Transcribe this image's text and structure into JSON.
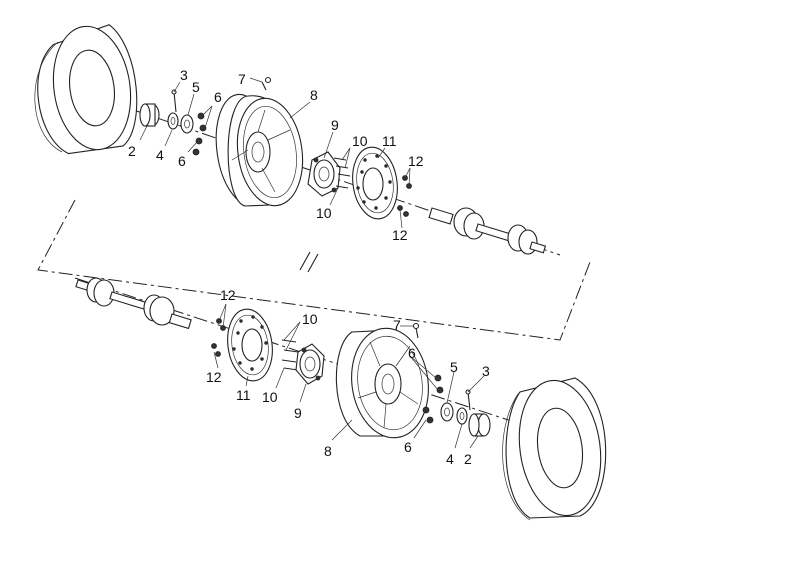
{
  "callouts": [
    {
      "id": "c3-top",
      "text": "3"
    },
    {
      "id": "c2-top",
      "text": "2"
    },
    {
      "id": "c4-top",
      "text": "4"
    },
    {
      "id": "c5-top",
      "text": "5"
    },
    {
      "id": "c6a-top",
      "text": "6"
    },
    {
      "id": "c6b-top",
      "text": "6"
    },
    {
      "id": "c7-top",
      "text": "7"
    },
    {
      "id": "c8-top",
      "text": "8"
    },
    {
      "id": "c9-top",
      "text": "9"
    },
    {
      "id": "c10a-top",
      "text": "10"
    },
    {
      "id": "c10b-top",
      "text": "10"
    },
    {
      "id": "c11-top",
      "text": "11"
    },
    {
      "id": "c12a-top",
      "text": "12"
    },
    {
      "id": "c12b-top",
      "text": "12"
    },
    {
      "id": "c12a-bot",
      "text": "12"
    },
    {
      "id": "c12b-bot",
      "text": "12"
    },
    {
      "id": "c10a-bot",
      "text": "10"
    },
    {
      "id": "c10b-bot",
      "text": "10"
    },
    {
      "id": "c7-bot",
      "text": "7"
    },
    {
      "id": "c11-bot",
      "text": "11"
    },
    {
      "id": "c9-bot",
      "text": "9"
    },
    {
      "id": "c8-bot",
      "text": "8"
    },
    {
      "id": "c6a-bot",
      "text": "6"
    },
    {
      "id": "c6b-bot",
      "text": "6"
    },
    {
      "id": "c5-bot",
      "text": "5"
    },
    {
      "id": "c3-bot",
      "text": "3"
    },
    {
      "id": "c4-bot",
      "text": "4"
    },
    {
      "id": "c2-bot",
      "text": "2"
    }
  ]
}
